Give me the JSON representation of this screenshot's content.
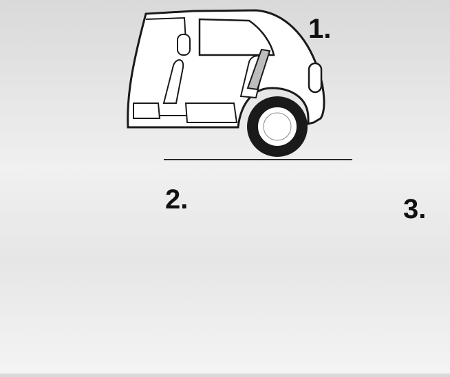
{
  "figure": {
    "steps": [
      {
        "label": "1."
      },
      {
        "label": "2."
      },
      {
        "label": "3."
      }
    ],
    "colors": {
      "outline": "#1a1a1a",
      "body_fill": "#ffffff",
      "trim_fill": "#bdbdbd",
      "tyre_fill": "#1a1a1a",
      "hub_fill": "#ffffff",
      "ground": "#2a2a2a"
    }
  }
}
